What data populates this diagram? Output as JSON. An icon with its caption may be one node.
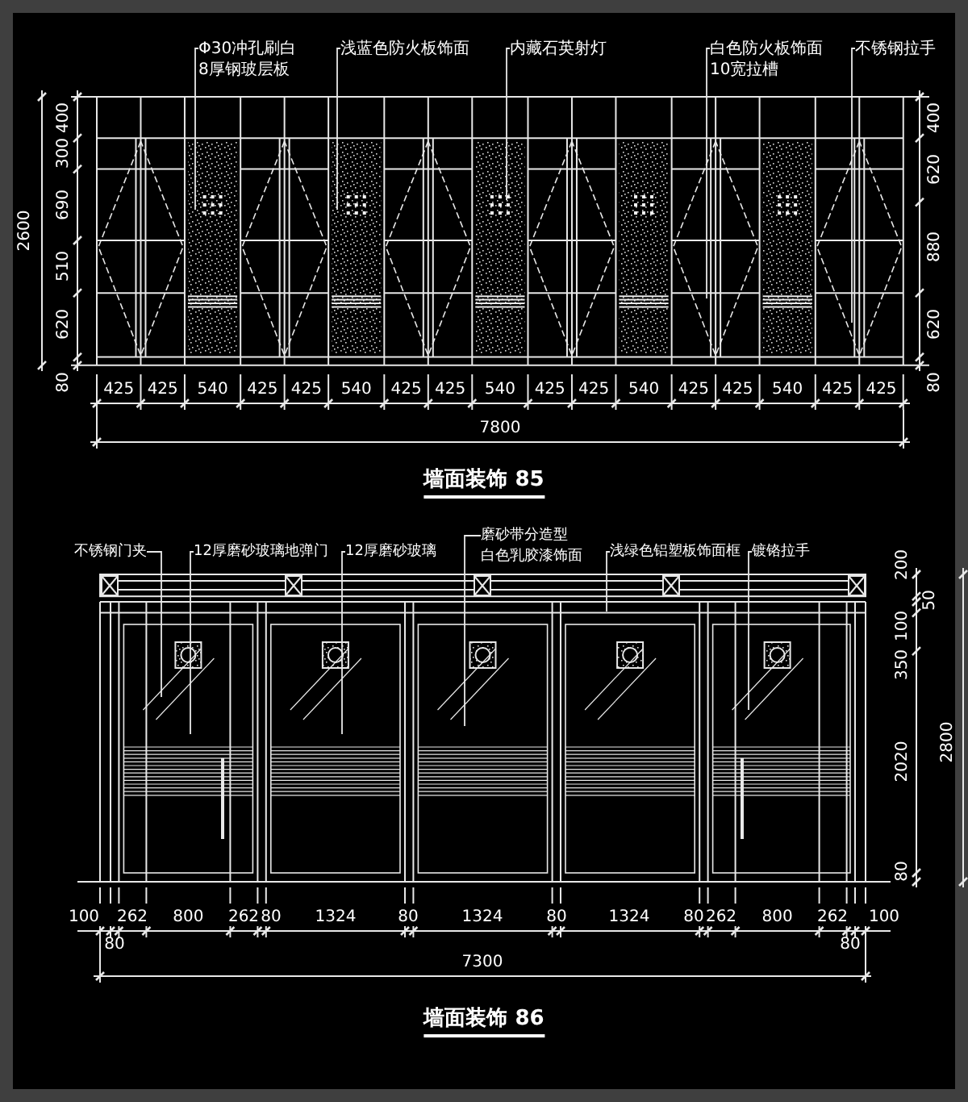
{
  "diagram": {
    "nodes": [
      {
        "text": [
          "Φ30冲孔刷白",
          "8厚钢玻层板"
        ]
      },
      {
        "text": [
          "浅蓝色防火板饰面"
        ]
      },
      {
        "text": [
          "内藏石英射灯"
        ]
      },
      {
        "text": [
          "白色防火板饰面",
          "10宽拉槽"
        ]
      },
      {
        "text": [
          "不锈钢拉手"
        ]
      },
      {
        "text": [
          "不锈钢门夹"
        ]
      },
      {
        "text": [
          "12厚磨砂玻璃地弹门"
        ]
      },
      {
        "text": [
          "12厚磨砂玻璃"
        ]
      },
      {
        "text": [
          "磨砂带分造型",
          "白色乳胶漆饰面"
        ]
      },
      {
        "text": [
          "浅绿色铝塑板饰面框"
        ]
      },
      {
        "text": [
          "镀铬拉手"
        ]
      }
    ],
    "edges": [
      {
        "from": 0,
        "to": null,
        "arrow": "none"
      },
      {
        "from": 1,
        "to": null,
        "arrow": "none"
      },
      {
        "from": 2,
        "to": null,
        "arrow": "none"
      },
      {
        "from": 3,
        "to": null,
        "arrow": "none"
      },
      {
        "from": 4,
        "to": null,
        "arrow": "none"
      },
      {
        "from": 5,
        "to": null,
        "arrow": "none"
      },
      {
        "from": 6,
        "to": null,
        "arrow": "none"
      },
      {
        "from": 7,
        "to": null,
        "arrow": "none"
      },
      {
        "from": 8,
        "to": null,
        "arrow": "none"
      },
      {
        "from": 9,
        "to": null,
        "arrow": "none"
      },
      {
        "from": 10,
        "to": null,
        "arrow": "none"
      }
    ],
    "labels": [
      "400",
      "300",
      "690",
      "510",
      "620",
      "2600",
      "80",
      "400",
      "620",
      "880",
      "620",
      "80",
      "425",
      "425",
      "540",
      "425",
      "425",
      "540",
      "425",
      "425",
      "540",
      "425",
      "425",
      "540",
      "425",
      "425",
      "540",
      "425",
      "425",
      "7800",
      "墙面装饰 85",
      "200",
      "50",
      "100",
      "350",
      "2020",
      "80",
      "2800",
      "100",
      "262",
      "800",
      "262",
      "80",
      "1324",
      "80",
      "1324",
      "80",
      "1324",
      "80",
      "262",
      "800",
      "262",
      "100",
      "80",
      "80",
      "7300",
      "墙面装饰 86"
    ]
  }
}
